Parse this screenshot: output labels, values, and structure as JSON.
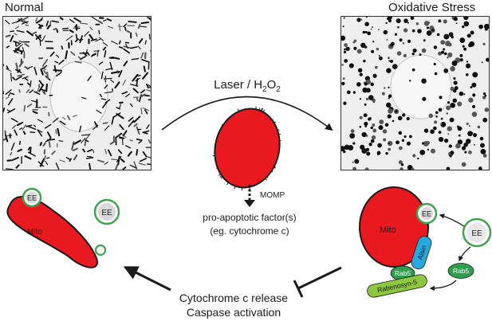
{
  "panels": {
    "normal_title": "Normal",
    "stress_title": "Oxidative Stress"
  },
  "treatment": {
    "label_prefix": "Laser / H",
    "label_sub": "2",
    "label_mid": "O",
    "label_sub2": "2"
  },
  "center": {
    "momp": "MOMP",
    "factor_line1": "pro-apoptotic factor(s)",
    "factor_line2": "(eg. cytochrome c)"
  },
  "left_cell": {
    "mito": "Mito",
    "ee": "EE",
    "ee2": "EE"
  },
  "right_cell": {
    "mito": "Mito",
    "ee_bound": "EE",
    "ee_free": "EE",
    "alsin": "Alsin",
    "rab5_bound": "Rab5",
    "rab5_free": "Rab5",
    "rabenosyn": "Rabenosyn-5"
  },
  "bottom": {
    "line1": "Cytochrome c release",
    "line2": "Caspase activation"
  },
  "colors": {
    "mito_red": "#e8191f",
    "ee_green": "#3fa34d",
    "ee_fill": "#d9d9d9",
    "alsin_blue": "#29a8e0",
    "rab5_green": "#2e9e4c",
    "rabenosyn_green": "#8dc63f"
  }
}
